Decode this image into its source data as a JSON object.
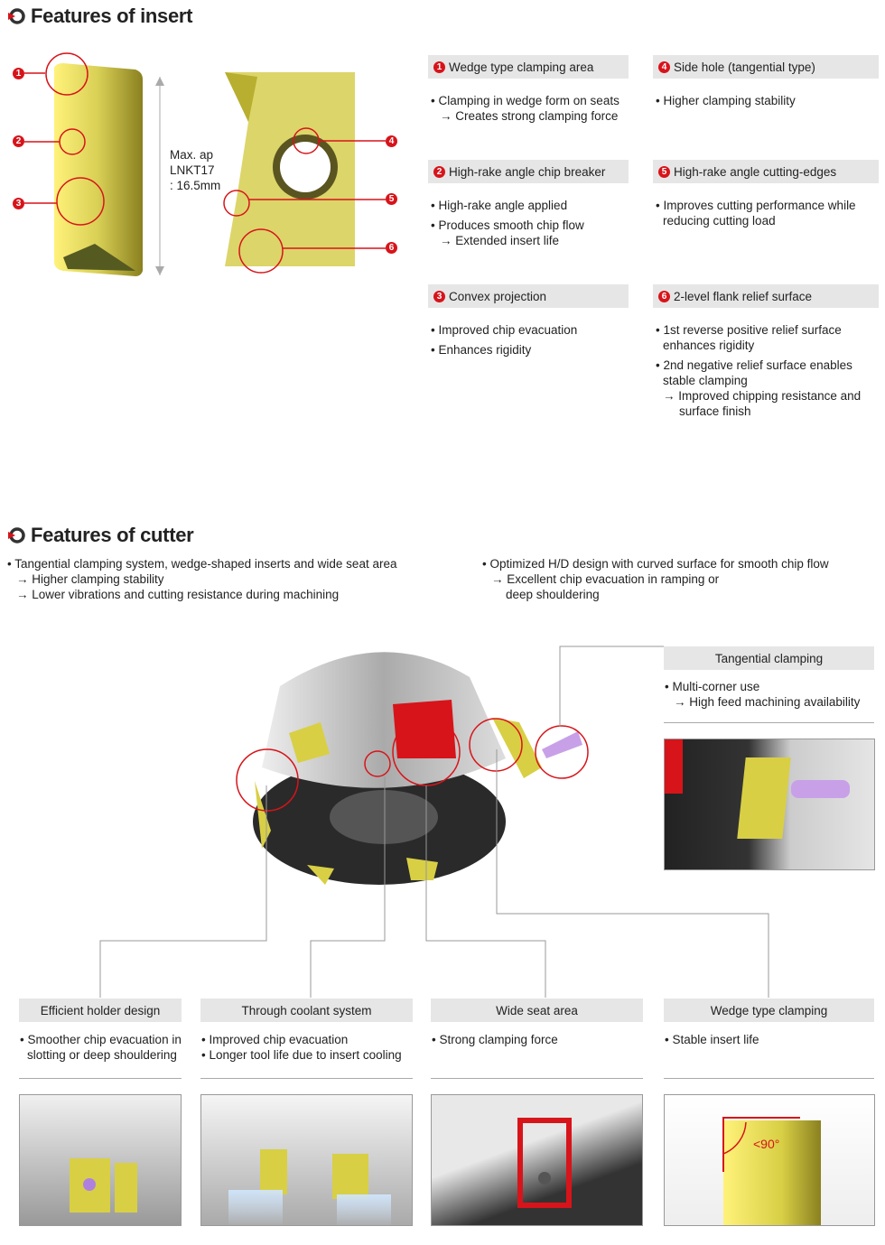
{
  "insert": {
    "title": "Features of insert",
    "ap_label": [
      "Max. ap",
      "LNKT17",
      ": 16.5mm"
    ],
    "features": [
      {
        "num": "1",
        "title": "Wedge type clamping area",
        "lines": [
          "• Clamping in wedge form on seats",
          "→ Creates strong clamping force"
        ]
      },
      {
        "num": "2",
        "title": "High-rake angle chip breaker",
        "lines": [
          "• High-rake angle applied",
          "• Produces smooth chip flow",
          "→ Extended insert life"
        ]
      },
      {
        "num": "3",
        "title": "Convex projection",
        "lines": [
          "• Improved chip evacuation",
          "• Enhances rigidity"
        ]
      },
      {
        "num": "4",
        "title": "Side hole (tangential type)",
        "lines": [
          "• Higher clamping stability"
        ]
      },
      {
        "num": "5",
        "title": "High-rake angle cutting-edges",
        "lines": [
          "• Improves cutting performance while",
          "reducing cutting load"
        ]
      },
      {
        "num": "6",
        "title": "2-level flank relief surface",
        "lines": [
          "• 1st reverse positive relief surface",
          "enhances rigidity",
          "• 2nd negative relief surface enables",
          "stable clamping",
          "→ Improved chipping resistance and",
          "surface finish"
        ]
      }
    ]
  },
  "cutter": {
    "title": "Features of cutter",
    "intro_left": [
      "• Tangential clamping system, wedge-shaped inserts and wide seat area",
      "→ Higher clamping stability",
      "→ Lower vibrations and cutting resistance during machining"
    ],
    "intro_right": [
      "• Optimized H/D design with curved surface for smooth chip flow",
      "→ Excellent chip evacuation in ramping or",
      "deep shouldering"
    ],
    "tangential": {
      "title": "Tangential clamping",
      "lines": [
        "• Multi-corner use",
        "→ High feed machining availability"
      ]
    },
    "bottom": [
      {
        "title": "Efficient holder design",
        "lines": [
          "• Smoother chip evacuation in",
          "slotting or deep shouldering"
        ]
      },
      {
        "title": "Through coolant system",
        "lines": [
          "• Improved chip evacuation",
          "• Longer tool life due to insert cooling"
        ]
      },
      {
        "title": "Wide seat area",
        "lines": [
          "• Strong clamping force"
        ]
      },
      {
        "title": "Wedge type clamping",
        "lines": [
          "• Stable insert life"
        ]
      }
    ],
    "angle_label": "<90°"
  },
  "colors": {
    "accent": "#d7141a",
    "header_bg": "#e6e6e6",
    "insert_yellow": "#e0d860"
  }
}
